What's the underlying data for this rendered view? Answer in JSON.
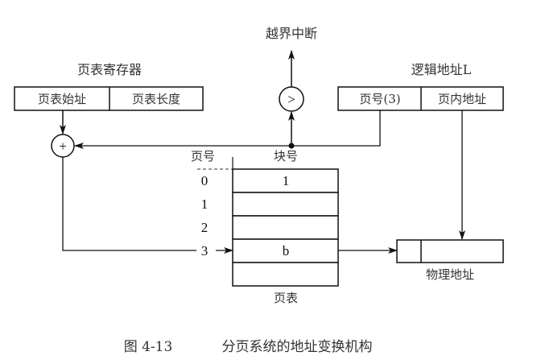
{
  "figure": {
    "caption_number": "图 4-13",
    "caption_title": "分页系统的地址变换机构"
  },
  "page_table_register": {
    "title": "页表寄存器",
    "fields": [
      "页表始址",
      "页表长度"
    ]
  },
  "logical_address": {
    "title": "逻辑地址L",
    "fields": [
      "页号(3)",
      "页内地址"
    ]
  },
  "adder": {
    "symbol": "+"
  },
  "comparator": {
    "symbol": ">"
  },
  "interrupt": {
    "label": "越界中断"
  },
  "page_table": {
    "title": "页表",
    "col_page": "页号",
    "col_block": "块号",
    "rows": [
      {
        "page": "0",
        "block": "1"
      },
      {
        "page": "1",
        "block": ""
      },
      {
        "page": "2",
        "block": ""
      },
      {
        "page": "3",
        "block": "b"
      },
      {
        "page": "",
        "block": ""
      }
    ]
  },
  "physical_address": {
    "label": "物理地址"
  }
}
